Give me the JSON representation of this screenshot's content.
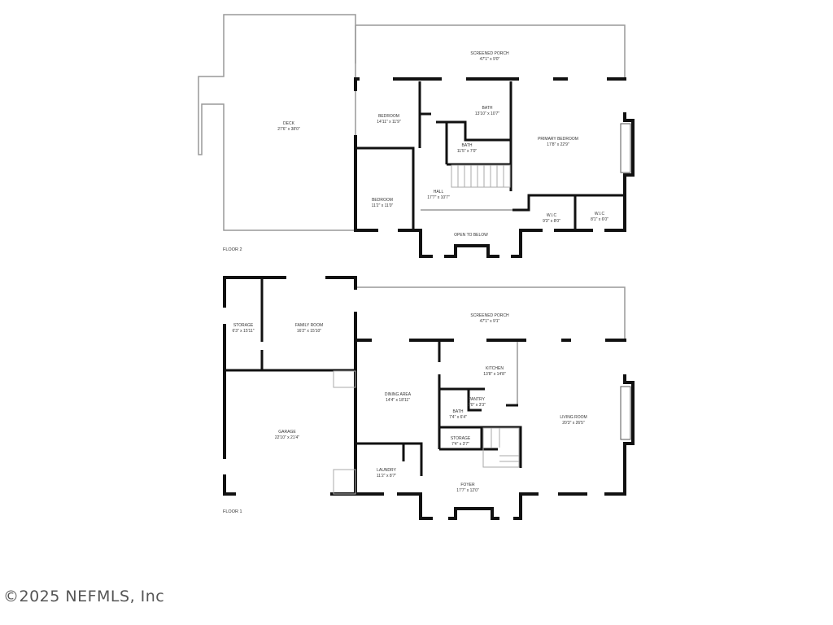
{
  "floor2": {
    "label": "FLOOR 2",
    "rooms": [
      {
        "name": "SCREENED PORCH",
        "size": "47'1\" x 9'0\""
      },
      {
        "name": "DECK",
        "size": "27'6\" x 38'0\""
      },
      {
        "name": "BEDROOM",
        "size": "14'11\" x 11'9\""
      },
      {
        "name": "BATH",
        "size": "13'10\" x 10'7\""
      },
      {
        "name": "BATH",
        "size": "11'5\" x 7'0\""
      },
      {
        "name": "PRIMARY BEDROOM",
        "size": "17'8\" x 22'9\""
      },
      {
        "name": "HALL",
        "size": "17'7\" x 10'7\""
      },
      {
        "name": "BEDROOM",
        "size": "11'2\" x 11'0\""
      },
      {
        "name": "W.I.C",
        "size": "9'3\" x 8'0\""
      },
      {
        "name": "W.I.C",
        "size": "8'1\" x 6'0\""
      },
      {
        "name": "OPEN TO BELOW",
        "size": ""
      }
    ]
  },
  "floor1": {
    "label": "FLOOR 1",
    "rooms": [
      {
        "name": "STORAGE",
        "size": "6'3\" x 15'11\""
      },
      {
        "name": "FAMILY ROOM",
        "size": "16'2\" x 15'10\""
      },
      {
        "name": "SCREENED PORCH",
        "size": "47'1\" x 9'1\""
      },
      {
        "name": "KITCHEN",
        "size": "13'8\" x 14'8\""
      },
      {
        "name": "DINING AREA",
        "size": "14'4\" x 18'11\""
      },
      {
        "name": "PANTRY",
        "size": "2'0\" x 3'3\""
      },
      {
        "name": "BATH",
        "size": "7'4\" x 6'4\""
      },
      {
        "name": "LIVING ROOM",
        "size": "20'3\" x 26'5\""
      },
      {
        "name": "GARAGE",
        "size": "22'10\" x 21'4\""
      },
      {
        "name": "STORAGE",
        "size": "7'4\" x 3'7\""
      },
      {
        "name": "LAUNDRY",
        "size": "11'2\" x 8'7\""
      },
      {
        "name": "FOYER",
        "size": "17'7\" x 12'0\""
      }
    ]
  },
  "copyright": "©2025 NEFMLS, Inc"
}
